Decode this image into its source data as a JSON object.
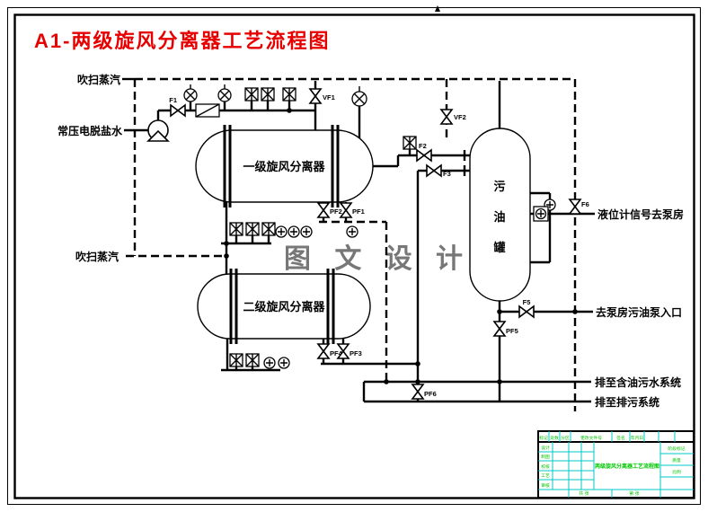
{
  "title": "A1-两级旋风分离器工艺流程图",
  "watermark": "图 文 设 计",
  "io_labels": {
    "purge_steam_top": "吹扫蒸汽",
    "desalted_water": "常压电脱盐水",
    "purge_steam_bottom": "吹扫蒸汽",
    "level_signal": "液位计信号去泵房",
    "pump_inlet": "去泵房污油泵入口",
    "oily_water": "排至含油污水系统",
    "blowdown": "排至排污系统"
  },
  "equipment": {
    "separator1": "一级旋风分离器",
    "separator2": "二级旋风分离器",
    "tank_chars": [
      "污",
      "油",
      "罐"
    ]
  },
  "valve_tags": {
    "f1": "F1",
    "vf1": "VF1",
    "vf2": "VF2",
    "pf1": "PF1",
    "pf2": "PF2",
    "f2": "F2",
    "f3": "F3",
    "pf3": "PF3",
    "pf4": "PF4",
    "pf5": "PF5",
    "pf6": "PF6",
    "f5": "F5",
    "f6": "F6"
  },
  "colors": {
    "title_red": "#e60000",
    "line_black": "#000000",
    "watermark_gray": "#777777",
    "titleblock_line_cyan": "#00c8c8",
    "titleblock_text_green": "#00c800"
  },
  "title_block": {
    "drawing_name": "两级旋风分离器工艺流程图",
    "header_cells": [
      "标记",
      "处数",
      "分区",
      "更改文件号",
      "签名",
      "年月日"
    ],
    "left_rows": [
      "设计",
      "制图",
      "校核",
      "工艺",
      "审核"
    ],
    "right_rows": [
      "阶段标记",
      "质量",
      "比例"
    ],
    "bottom_cells": [
      "共 张",
      "第 张"
    ]
  }
}
